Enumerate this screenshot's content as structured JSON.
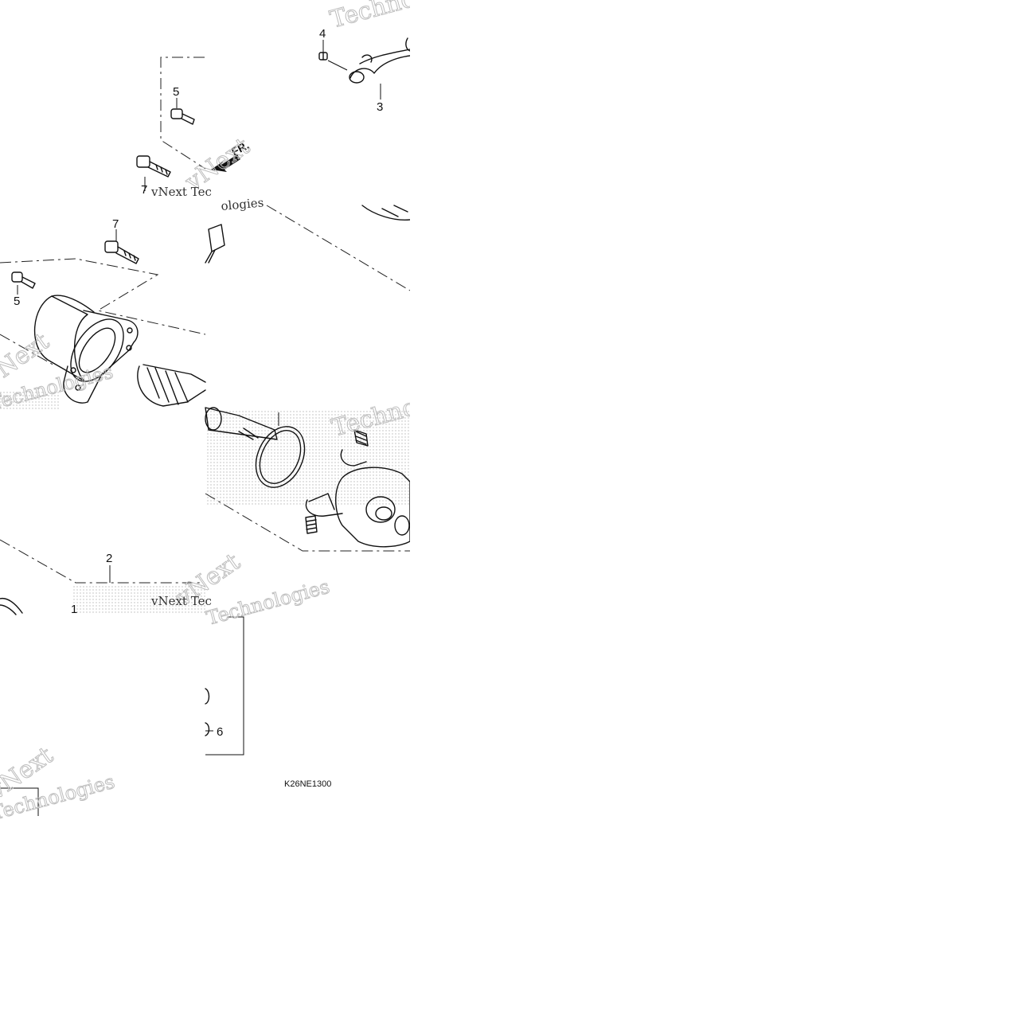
{
  "callouts": {
    "c1": "1",
    "c2": "2",
    "c3": "3",
    "c4": "4",
    "c5_top": "5",
    "c5_left": "5",
    "c6": "6",
    "c7_top": "7",
    "c7_mid": "7"
  },
  "direction_arrow": {
    "label": "FR.",
    "icon": "front-arrow-icon"
  },
  "diagram_code": "K26NE1300",
  "watermark": {
    "line1": "vNext",
    "line2": "Technologies",
    "serif_a": "vNext Tec",
    "serif_b": "ologies"
  }
}
